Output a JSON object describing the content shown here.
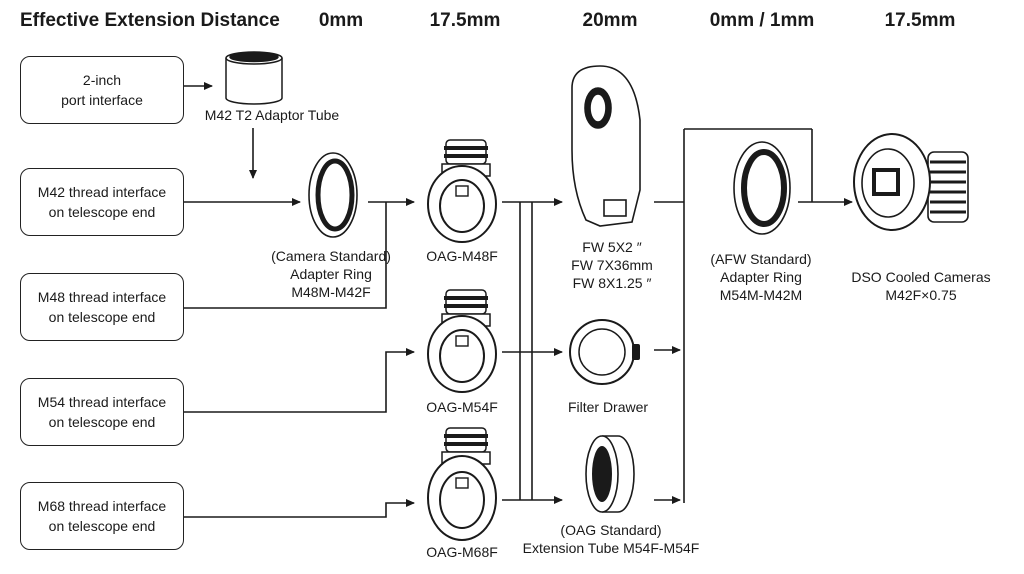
{
  "headers": {
    "title": "Effective Extension Distance",
    "col1": "0mm",
    "col2": "17.5mm",
    "col3": "20mm",
    "col4": "0mm / 1mm",
    "col5": "17.5mm"
  },
  "interfaces": [
    {
      "line1": "2-inch",
      "line2": "port interface"
    },
    {
      "line1": "M42 thread interface",
      "line2": "on telescope end"
    },
    {
      "line1": "M48 thread interface",
      "line2": "on telescope end"
    },
    {
      "line1": "M54 thread interface",
      "line2": "on telescope end"
    },
    {
      "line1": "M68 thread interface",
      "line2": "on telescope end"
    }
  ],
  "components": {
    "t2_adaptor": "M42 T2 Adaptor Tube",
    "adapter_ring_48": [
      "(Camera Standard)",
      "Adapter Ring",
      "M48M-M42F"
    ],
    "oag_48": "OAG-M48F",
    "oag_54": "OAG-M54F",
    "oag_68": "OAG-M68F",
    "filter_wheel": [
      "FW 5X2 ″",
      "FW 7X36mm",
      "FW 8X1.25 ″"
    ],
    "filter_drawer": "Filter Drawer",
    "extension_tube": [
      "(OAG Standard)",
      "Extension Tube M54F-M54F"
    ],
    "adapter_ring_54": [
      "(AFW Standard)",
      "Adapter Ring",
      "M54M-M42M"
    ],
    "camera": [
      "DSO Cooled Cameras",
      "M42F×0.75"
    ]
  }
}
